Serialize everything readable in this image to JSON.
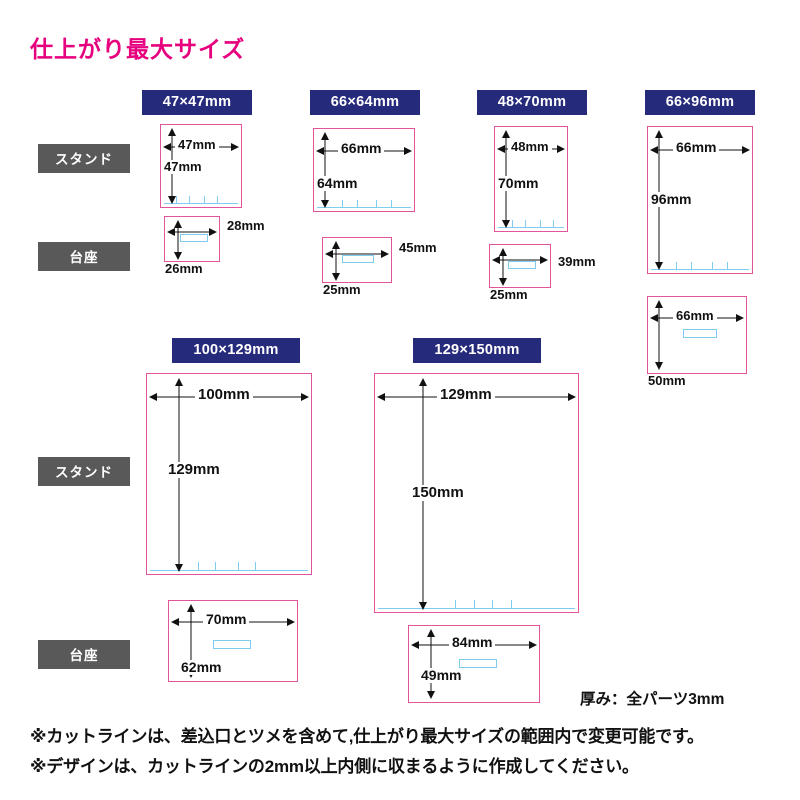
{
  "title": "仕上がり最大サイズ",
  "row_labels": {
    "stand": "スタンド",
    "base": "台座"
  },
  "section1": {
    "items": [
      {
        "badge": "47×47mm",
        "stand": {
          "width": "47mm",
          "height": "47mm"
        },
        "base": {
          "width": "26mm",
          "height": "28mm"
        }
      },
      {
        "badge": "66×64mm",
        "stand": {
          "width": "66mm",
          "height": "64mm"
        },
        "base": {
          "width": "25mm",
          "height": "45mm"
        }
      },
      {
        "badge": "48×70mm",
        "stand": {
          "width": "48mm",
          "height": "70mm"
        },
        "base": {
          "width": "25mm",
          "height": "39mm"
        }
      },
      {
        "badge": "66×96mm",
        "stand": {
          "width": "66mm",
          "height": "96mm"
        },
        "base": {
          "width": "50mm",
          "height": "66mm"
        }
      }
    ]
  },
  "section2": {
    "items": [
      {
        "badge": "100×129mm",
        "stand": {
          "width": "100mm",
          "height": "129mm"
        },
        "base": {
          "width": "70mm",
          "height": "62mm"
        }
      },
      {
        "badge": "129×150mm",
        "stand": {
          "width": "129mm",
          "height": "150mm"
        },
        "base": {
          "width": "84mm",
          "height": "49mm"
        }
      }
    ]
  },
  "thickness_note": "厚み：全パーツ3mm",
  "notes": [
    "※カットラインは、差込口とツメを含めて,仕上がり最大サイズの範囲内で変更可能です。",
    "※デザインは、カットラインの2mm以上内側に収まるように作成してください。"
  ],
  "colors": {
    "title": "#e6007e",
    "badge_bg": "#262a7a",
    "row_badge_bg": "#595959",
    "cutline": "#e2559b",
    "slot": "#7ecdf0"
  }
}
